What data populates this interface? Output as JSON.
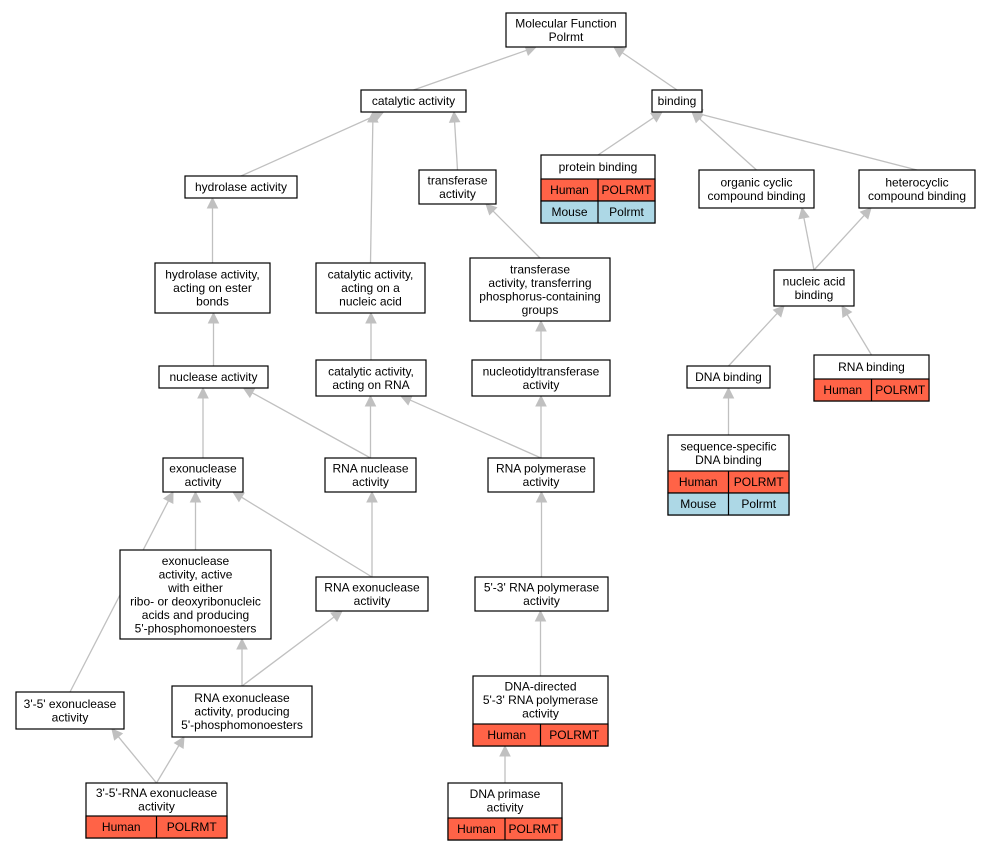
{
  "colors": {
    "human": "#ff6347",
    "mouse": "#add8e6",
    "edge": "#c0c0c0"
  },
  "nodes": [
    {
      "id": "mf",
      "lines": [
        "Molecular Function",
        "Polrmt"
      ]
    },
    {
      "id": "cat",
      "lines": [
        "catalytic activity"
      ]
    },
    {
      "id": "bind",
      "lines": [
        "binding"
      ]
    },
    {
      "id": "pbind",
      "lines": [
        "protein binding"
      ],
      "rows": [
        {
          "species": "Human",
          "gene": "POLRMT"
        },
        {
          "species": "Mouse",
          "gene": "Polrmt"
        }
      ]
    },
    {
      "id": "hydro",
      "lines": [
        "hydrolase activity"
      ]
    },
    {
      "id": "trans",
      "lines": [
        "transferase",
        "activity"
      ]
    },
    {
      "id": "ocb",
      "lines": [
        "organic cyclic",
        "compound binding"
      ]
    },
    {
      "id": "hcb",
      "lines": [
        "heterocyclic",
        "compound binding"
      ]
    },
    {
      "id": "hydroe",
      "lines": [
        "hydrolase activity,",
        "acting on ester",
        "bonds"
      ]
    },
    {
      "id": "catna",
      "lines": [
        "catalytic activity,",
        "acting on a",
        "nucleic acid"
      ]
    },
    {
      "id": "transp",
      "lines": [
        "transferase",
        "activity, transferring",
        "phosphorus-containing",
        "groups"
      ]
    },
    {
      "id": "nab",
      "lines": [
        "nucleic acid",
        "binding"
      ]
    },
    {
      "id": "nuc",
      "lines": [
        "nuclease activity"
      ]
    },
    {
      "id": "catrna",
      "lines": [
        "catalytic activity,",
        "acting on RNA"
      ]
    },
    {
      "id": "ntt",
      "lines": [
        "nucleotidyltransferase",
        "activity"
      ]
    },
    {
      "id": "dnab",
      "lines": [
        "DNA binding"
      ]
    },
    {
      "id": "rnab",
      "lines": [
        "RNA binding"
      ],
      "rows": [
        {
          "species": "Human",
          "gene": "POLRMT"
        }
      ]
    },
    {
      "id": "ssdna",
      "lines": [
        "sequence-specific",
        "DNA binding"
      ],
      "rows": [
        {
          "species": "Human",
          "gene": "POLRMT"
        },
        {
          "species": "Mouse",
          "gene": "Polrmt"
        }
      ]
    },
    {
      "id": "exo",
      "lines": [
        "exonuclease",
        "activity"
      ]
    },
    {
      "id": "rnanuc",
      "lines": [
        "RNA nuclease",
        "activity"
      ]
    },
    {
      "id": "rnapol",
      "lines": [
        "RNA polymerase",
        "activity"
      ]
    },
    {
      "id": "exo5p",
      "lines": [
        "exonuclease",
        "activity, active",
        "with either",
        "ribo- or deoxyribonucleic",
        "acids and producing",
        "5'-phosphomonoesters"
      ]
    },
    {
      "id": "rnaexo",
      "lines": [
        "RNA exonuclease",
        "activity"
      ]
    },
    {
      "id": "pol53",
      "lines": [
        "5'-3' RNA polymerase",
        "activity"
      ]
    },
    {
      "id": "exo35",
      "lines": [
        "3'-5' exonuclease",
        "activity"
      ]
    },
    {
      "id": "rnaexo5p",
      "lines": [
        "RNA exonuclease",
        "activity, producing",
        "5'-phosphomonoesters"
      ]
    },
    {
      "id": "ddpol",
      "lines": [
        "DNA-directed",
        "5'-3' RNA polymerase",
        "activity"
      ],
      "rows": [
        {
          "species": "Human",
          "gene": "POLRMT"
        }
      ]
    },
    {
      "id": "rnaexo35",
      "lines": [
        "3'-5'-RNA exonuclease",
        "activity"
      ],
      "rows": [
        {
          "species": "Human",
          "gene": "POLRMT"
        }
      ]
    },
    {
      "id": "primase",
      "lines": [
        "DNA primase",
        "activity"
      ],
      "rows": [
        {
          "species": "Human",
          "gene": "POLRMT"
        }
      ]
    }
  ],
  "edges": [
    [
      "cat",
      "mf"
    ],
    [
      "bind",
      "mf"
    ],
    [
      "pbind",
      "bind"
    ],
    [
      "ocb",
      "bind"
    ],
    [
      "hcb",
      "bind"
    ],
    [
      "hydro",
      "cat"
    ],
    [
      "trans",
      "cat"
    ],
    [
      "catna",
      "cat"
    ],
    [
      "hydroe",
      "hydro"
    ],
    [
      "transp",
      "trans"
    ],
    [
      "nab",
      "ocb"
    ],
    [
      "nab",
      "hcb"
    ],
    [
      "dnab",
      "nab"
    ],
    [
      "rnab",
      "nab"
    ],
    [
      "ssdna",
      "dnab"
    ],
    [
      "nuc",
      "hydroe"
    ],
    [
      "catrna",
      "catna"
    ],
    [
      "ntt",
      "transp"
    ],
    [
      "exo",
      "nuc"
    ],
    [
      "rnanuc",
      "nuc"
    ],
    [
      "rnanuc",
      "catrna"
    ],
    [
      "rnapol",
      "catrna"
    ],
    [
      "rnapol",
      "ntt"
    ],
    [
      "exo5p",
      "exo"
    ],
    [
      "rnaexo",
      "exo"
    ],
    [
      "exo35",
      "exo"
    ],
    [
      "rnaexo",
      "rnanuc"
    ],
    [
      "pol53",
      "rnapol"
    ],
    [
      "rnaexo5p",
      "exo5p"
    ],
    [
      "rnaexo5p",
      "rnaexo"
    ],
    [
      "ddpol",
      "pol53"
    ],
    [
      "rnaexo35",
      "exo35"
    ],
    [
      "rnaexo35",
      "rnaexo5p"
    ],
    [
      "primase",
      "ddpol"
    ]
  ]
}
